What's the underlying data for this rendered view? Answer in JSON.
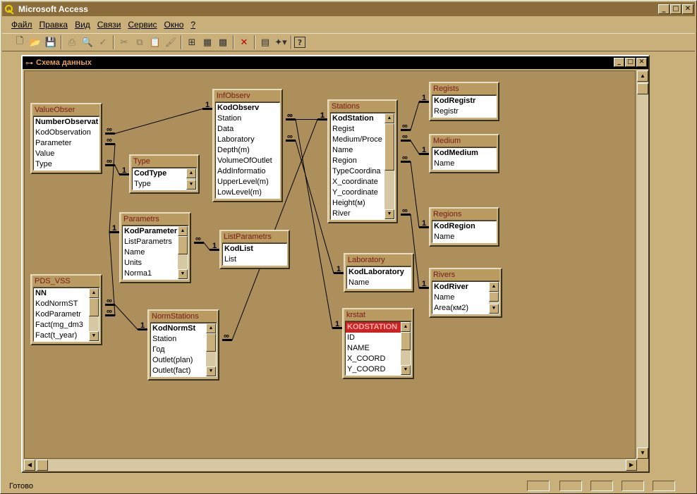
{
  "app": {
    "title": "Microsoft Access"
  },
  "menu": [
    "Файл",
    "Правка",
    "Вид",
    "Связи",
    "Сервис",
    "Окно",
    "?"
  ],
  "window": {
    "title": "Схема данных"
  },
  "status": {
    "text": "Готово"
  },
  "tables": [
    {
      "id": "valueobser",
      "name": "ValueObser",
      "fields": [
        {
          "t": "NumberObservat",
          "pk": true
        },
        {
          "t": "KodObservation"
        },
        {
          "t": "Parameter"
        },
        {
          "t": "Value"
        },
        {
          "t": "Type"
        }
      ]
    },
    {
      "id": "type",
      "name": "Type",
      "fields": [
        {
          "t": "CodType",
          "pk": true
        },
        {
          "t": "Type"
        }
      ]
    },
    {
      "id": "infobserv",
      "name": "InfObserv",
      "fields": [
        {
          "t": "KodObserv",
          "pk": true
        },
        {
          "t": "Station"
        },
        {
          "t": "Data"
        },
        {
          "t": "Laboratory"
        },
        {
          "t": "Depth(m)"
        },
        {
          "t": "VolumeOfOutlet"
        },
        {
          "t": "AddInformatio"
        },
        {
          "t": "UpperLevel(m)"
        },
        {
          "t": "LowLevel(m)"
        }
      ]
    },
    {
      "id": "stations",
      "name": "Stations",
      "fields": [
        {
          "t": "KodStation",
          "pk": true
        },
        {
          "t": "Regist"
        },
        {
          "t": "Medium/Proce"
        },
        {
          "t": "Name"
        },
        {
          "t": "Region"
        },
        {
          "t": "TypeCoordina"
        },
        {
          "t": "X_coordinate"
        },
        {
          "t": "Y_coordinate"
        },
        {
          "t": "Height(м)"
        },
        {
          "t": "River"
        }
      ]
    },
    {
      "id": "regists",
      "name": "Regists",
      "fields": [
        {
          "t": "KodRegistr",
          "pk": true
        },
        {
          "t": "Registr"
        }
      ]
    },
    {
      "id": "medium",
      "name": "Medium",
      "fields": [
        {
          "t": "KodMedium",
          "pk": true
        },
        {
          "t": "Name"
        }
      ]
    },
    {
      "id": "regions",
      "name": "Regions",
      "fields": [
        {
          "t": "KodRegion",
          "pk": true
        },
        {
          "t": "Name"
        }
      ]
    },
    {
      "id": "rivers",
      "name": "Rivers",
      "fields": [
        {
          "t": "KodRiver",
          "pk": true
        },
        {
          "t": "Name"
        },
        {
          "t": "Area(км2)"
        }
      ]
    },
    {
      "id": "parametrs",
      "name": "Parametrs",
      "fields": [
        {
          "t": "KodParameter",
          "pk": true
        },
        {
          "t": "ListParametrs"
        },
        {
          "t": "Name"
        },
        {
          "t": "Units"
        },
        {
          "t": "Norma1"
        }
      ]
    },
    {
      "id": "listparametrs",
      "name": "ListParametrs",
      "fields": [
        {
          "t": "KodList",
          "pk": true
        },
        {
          "t": "List"
        }
      ]
    },
    {
      "id": "laboratory",
      "name": "Laboratory",
      "fields": [
        {
          "t": "KodLaboratory",
          "pk": true
        },
        {
          "t": "Name"
        }
      ]
    },
    {
      "id": "pds_vss",
      "name": "PDS_VSS",
      "fields": [
        {
          "t": "NN",
          "pk": true
        },
        {
          "t": "KodNormST"
        },
        {
          "t": "KodParametr"
        },
        {
          "t": "Fact(mg_dm3"
        },
        {
          "t": "Fact(t_year)"
        }
      ]
    },
    {
      "id": "normstations",
      "name": "NormStations",
      "fields": [
        {
          "t": "KodNormSt",
          "pk": true
        },
        {
          "t": "Station"
        },
        {
          "t": "Год"
        },
        {
          "t": "Outlet(plan)"
        },
        {
          "t": "Outlet(fact)"
        }
      ]
    },
    {
      "id": "krstat",
      "name": "krstat",
      "fields": [
        {
          "t": "KODSTATION",
          "sel": true
        },
        {
          "t": "ID"
        },
        {
          "t": "NAME"
        },
        {
          "t": "X_COORD"
        },
        {
          "t": "Y_COORD"
        }
      ]
    }
  ],
  "relationship_labels": {
    "one": "1",
    "many": "∞"
  }
}
